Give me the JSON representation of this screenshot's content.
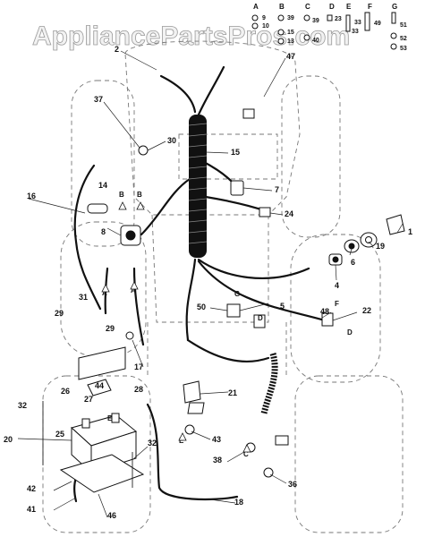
{
  "watermark": "AppliancePartsPros.com",
  "legend": {
    "groups": [
      {
        "letter": "A",
        "parts": [
          "9",
          "10"
        ]
      },
      {
        "letter": "B",
        "parts": [
          "39",
          "15",
          "13"
        ]
      },
      {
        "letter": "C",
        "parts": [
          "39",
          "40"
        ]
      },
      {
        "letter": "D",
        "parts": [
          "23",
          "33"
        ]
      },
      {
        "letter": "E",
        "parts": [
          "33"
        ]
      },
      {
        "letter": "F",
        "parts": [
          "49"
        ]
      },
      {
        "letter": "G",
        "parts": [
          "51",
          "52",
          "53"
        ]
      }
    ]
  },
  "callouts": [
    "1",
    "2",
    "4",
    "5",
    "6",
    "7",
    "8",
    "14",
    "15",
    "16",
    "17",
    "18",
    "19",
    "20",
    "21",
    "22",
    "24",
    "25",
    "26",
    "27",
    "28",
    "29",
    "29",
    "30",
    "31",
    "32",
    "32",
    "36",
    "37",
    "38",
    "41",
    "42",
    "43",
    "44",
    "46",
    "47",
    "48",
    "50"
  ],
  "diagram_letters": [
    "A",
    "A",
    "B",
    "B",
    "C",
    "D",
    "D",
    "E",
    "E",
    "G",
    "F"
  ],
  "colors": {
    "ink": "#111111",
    "ghost": "#777777",
    "paper": "#ffffff"
  }
}
